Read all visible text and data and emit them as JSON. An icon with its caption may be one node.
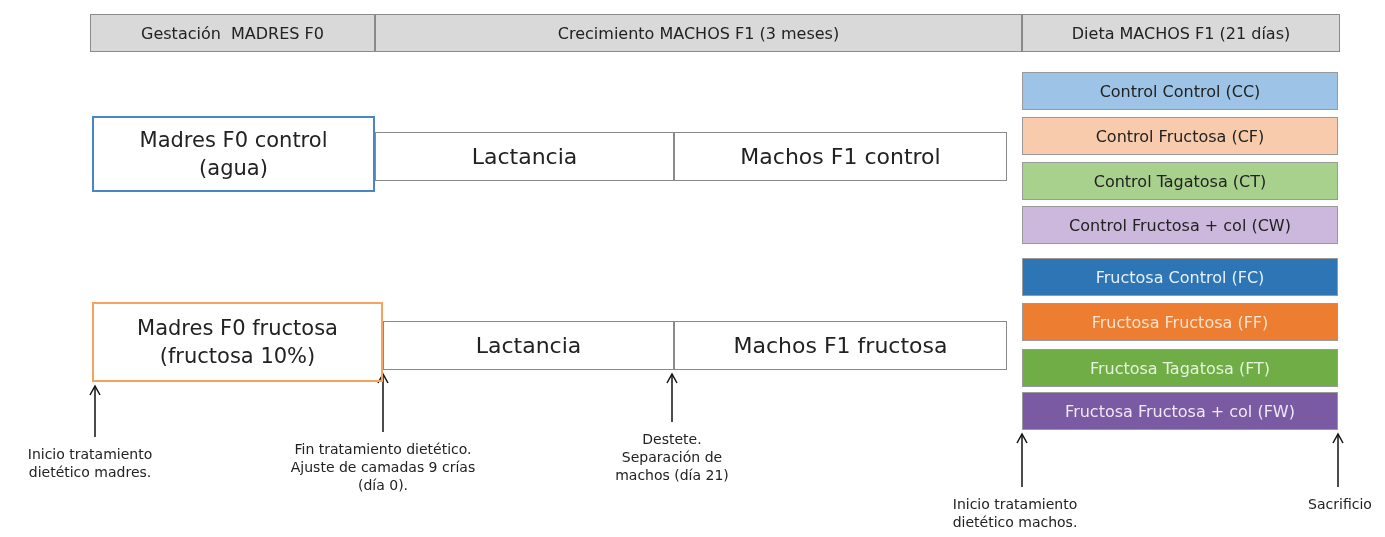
{
  "diagram": {
    "nodes": [
      {
        "text": [
          "Gestación  MADRES F0"
        ]
      },
      {
        "text": [
          "Crecimiento MACHOS F1 (3 meses)"
        ]
      },
      {
        "text": [
          "Dieta MACHOS F1 (21 días)"
        ]
      },
      {
        "text": [
          "Madres F0 control (agua)"
        ]
      },
      {
        "text": [
          "Lactancia"
        ]
      },
      {
        "text": [
          "Machos F1 control"
        ]
      },
      {
        "text": [
          "Control Control (CC)"
        ]
      },
      {
        "text": [
          "Control Fructosa (CF)"
        ]
      },
      {
        "text": [
          "Control Tagatosa (CT)"
        ]
      },
      {
        "text": [
          "Control Fructosa + col (CW)"
        ]
      },
      {
        "text": [
          "Madres F0 fructosa (fructosa 10%)"
        ]
      },
      {
        "text": [
          "Lactancia"
        ]
      },
      {
        "text": [
          "Machos F1 fructosa"
        ]
      },
      {
        "text": [
          "Fructosa Control (FC)"
        ]
      },
      {
        "text": [
          "Fructosa Fructosa (FF)"
        ]
      },
      {
        "text": [
          "Fructosa Tagatosa (FT)"
        ]
      },
      {
        "text": [
          "Fructosa Fructosa + col (FW)"
        ]
      },
      {
        "text": [
          "Inicio tratamiento dietético madres."
        ]
      },
      {
        "text": [
          "Fin tratamiento dietético. Ajuste de camadas 9 crías (día 0)."
        ]
      },
      {
        "text": [
          "Destete. Separación de machos (día 21)"
        ]
      },
      {
        "text": [
          "Inicio tratamiento dietético machos."
        ]
      },
      {
        "text": [
          "Sacrificio"
        ]
      }
    ],
    "edges": [
      {
        "from": 17,
        "to": 10,
        "arrow": "to"
      },
      {
        "from": 18,
        "to": 11,
        "arrow": "to"
      },
      {
        "from": 19,
        "to": 11,
        "arrow": "to"
      },
      {
        "from": 20,
        "to": 16,
        "arrow": "to"
      },
      {
        "from": 21,
        "to": 16,
        "arrow": "to"
      }
    ]
  }
}
